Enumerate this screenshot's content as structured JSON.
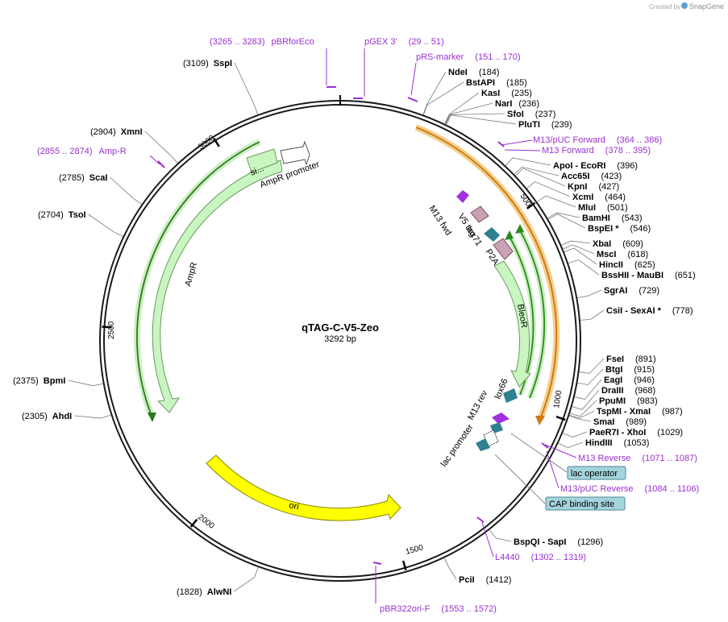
{
  "header": {
    "credit_prefix": "Created by",
    "credit_brand": "SnapGene"
  },
  "map": {
    "name": "qTAG-C-V5-Zeo",
    "length_label": "3292 bp",
    "total_bp": 3292
  },
  "colors": {
    "backbone": "#1a1a1a",
    "primer": "#9a2fd2",
    "feature_green": "#c9f5c0",
    "feature_green_stroke": "#5a8a50",
    "ori_yellow": "#ffff00",
    "orange_arc": "#e8a040",
    "pink": "#c9a0b4",
    "teal": "#2e8090",
    "magenta_arrow": "#a030e0",
    "bluebox": "#a4d4dc"
  },
  "ticks": [
    {
      "bp": 500,
      "label": "500"
    },
    {
      "bp": 1000,
      "label": "1000"
    },
    {
      "bp": 1500,
      "label": "1500"
    },
    {
      "bp": 2000,
      "label": "2000"
    },
    {
      "bp": 2500,
      "label": "2500"
    },
    {
      "bp": 3000,
      "label": "3000"
    }
  ],
  "sites": [
    {
      "bp": 184,
      "name": "NdeI",
      "pos": "(184)"
    },
    {
      "bp": 185,
      "name": "BstAPI",
      "pos": "(185)"
    },
    {
      "bp": 235,
      "name": "KasI",
      "pos": "(235)"
    },
    {
      "bp": 236,
      "name": "NarI",
      "pos": "(236)"
    },
    {
      "bp": 237,
      "name": "SfoI",
      "pos": "(237)"
    },
    {
      "bp": 239,
      "name": "PluTI",
      "pos": "(239)"
    },
    {
      "bp": 396,
      "name": "ApoI  - EcoRI",
      "pos": "(396)"
    },
    {
      "bp": 423,
      "name": "Acc65I",
      "pos": "(423)"
    },
    {
      "bp": 427,
      "name": "KpnI",
      "pos": "(427)"
    },
    {
      "bp": 464,
      "name": "XcmI",
      "pos": "(464)"
    },
    {
      "bp": 501,
      "name": "MluI",
      "pos": "(501)"
    },
    {
      "bp": 543,
      "name": "BamHI",
      "pos": "(543)"
    },
    {
      "bp": 546,
      "name": "BspEI *",
      "pos": "(546)"
    },
    {
      "bp": 609,
      "name": "XbaI",
      "pos": "(609)"
    },
    {
      "bp": 618,
      "name": "MscI",
      "pos": "(618)"
    },
    {
      "bp": 625,
      "name": "HincII",
      "pos": "(625)"
    },
    {
      "bp": 651,
      "name": "BssHII  - MauBI",
      "pos": "(651)"
    },
    {
      "bp": 729,
      "name": "SgrAI",
      "pos": "(729)"
    },
    {
      "bp": 778,
      "name": "CsiI  - SexAI *",
      "pos": "(778)"
    },
    {
      "bp": 891,
      "name": "FseI",
      "pos": "(891)"
    },
    {
      "bp": 915,
      "name": "BtgI",
      "pos": "(915)"
    },
    {
      "bp": 946,
      "name": "EagI",
      "pos": "(946)"
    },
    {
      "bp": 968,
      "name": "DraIII",
      "pos": "(968)"
    },
    {
      "bp": 983,
      "name": "PpuMI",
      "pos": "(983)"
    },
    {
      "bp": 987,
      "name": "TspMI  - XmaI",
      "pos": "(987)"
    },
    {
      "bp": 989,
      "name": "SmaI",
      "pos": "(989)"
    },
    {
      "bp": 1029,
      "name": "PaeR7I  - XhoI",
      "pos": "(1029)"
    },
    {
      "bp": 1053,
      "name": "HindIII",
      "pos": "(1053)"
    },
    {
      "bp": 1296,
      "name": "BspQI  - SapI",
      "pos": "(1296)"
    },
    {
      "bp": 1412,
      "name": "PciI",
      "pos": "(1412)"
    },
    {
      "bp": 1828,
      "name": "AlwNI",
      "pos": "(1828)"
    },
    {
      "bp": 2305,
      "name": "AhdI",
      "pos": "(2305)"
    },
    {
      "bp": 2375,
      "name": "BpmI",
      "pos": "(2375)"
    },
    {
      "bp": 2704,
      "name": "TsoI",
      "pos": "(2704)"
    },
    {
      "bp": 2785,
      "name": "ScaI",
      "pos": "(2785)"
    },
    {
      "bp": 2904,
      "name": "XmnI",
      "pos": "(2904)"
    },
    {
      "bp": 3109,
      "name": "SspI",
      "pos": "(3109)"
    }
  ],
  "primers": [
    {
      "name": "pBRforEco",
      "range": "(3265 .. 3283)"
    },
    {
      "name": "pGEX 3'",
      "range": "(29 .. 51)"
    },
    {
      "name": "pRS-marker",
      "range": "(151 .. 170)"
    },
    {
      "name": "M13/pUC Forward",
      "range": "(364 .. 386)"
    },
    {
      "name": "M13 Forward",
      "range": "(378 .. 395)"
    },
    {
      "name": "M13 Reverse",
      "range": "(1071 .. 1087)"
    },
    {
      "name": "M13/pUC Reverse",
      "range": "(1084 .. 1106)"
    },
    {
      "name": "L4440",
      "range": "(1302 .. 1319)"
    },
    {
      "name": "pBR322ori-F",
      "range": "(1553 .. 1572)"
    },
    {
      "name": "Amp-R",
      "range": "(2855 .. 2874)"
    }
  ],
  "boxed_features": [
    {
      "name": "lac operator"
    },
    {
      "name": "CAP binding site"
    }
  ],
  "features": {
    "ampr": "AmpR",
    "ampr_promoter": "AmpR promoter",
    "signal": "si...",
    "ori": "ori",
    "bleor": "BleoR",
    "p2a": "P2A",
    "v5tag": "V5 tag",
    "lox71": "lox71",
    "m13fwd": "M13 fwd",
    "lox66": "lox66",
    "m13rev": "M13 rev",
    "lac_promoter": "lac promoter"
  }
}
